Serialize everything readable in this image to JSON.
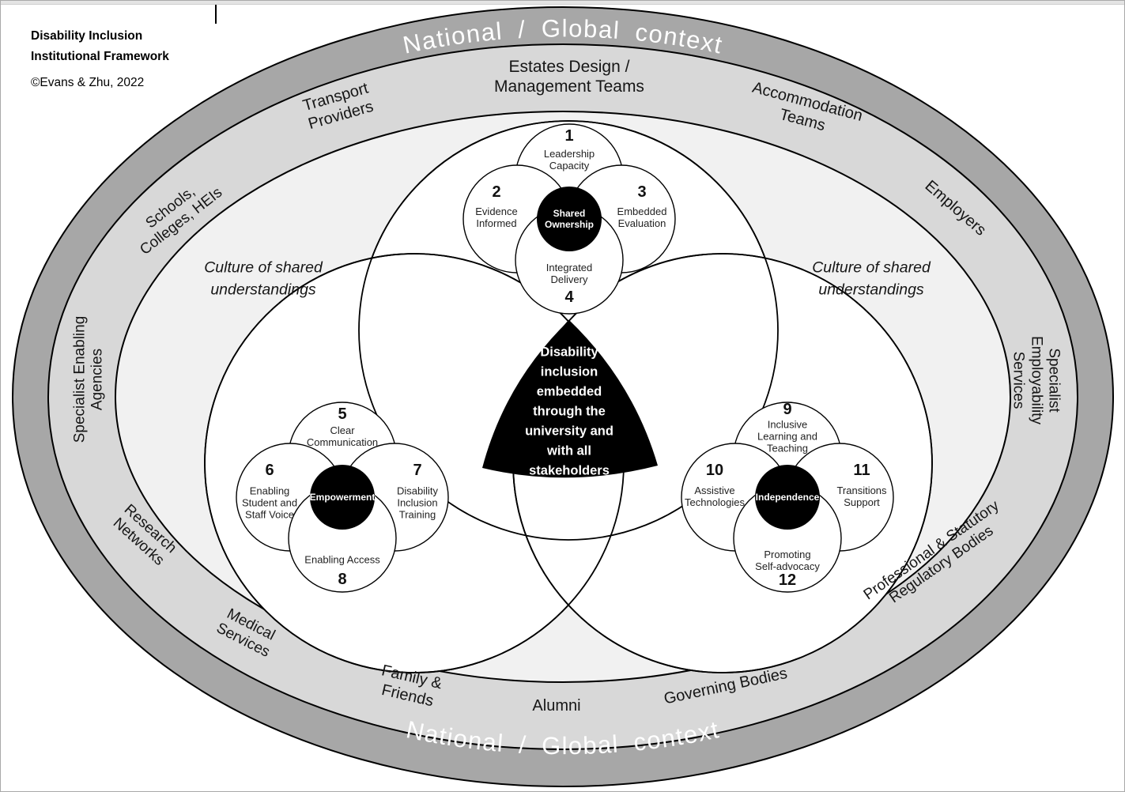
{
  "header": {
    "title": "Disability Inclusion\nInstitutional Framework",
    "copyright": "©Evans & Zhu, 2022"
  },
  "outer_ring": {
    "label_top": "National / Global context",
    "label_bottom": "National / Global context"
  },
  "stakeholder_ring": {
    "labels": [
      "Estates Design /\nManagement Teams",
      "Transport\nProviders",
      "Accommodation\nTeams",
      "Schools,\nColleges, HEIs",
      "Employers",
      "Specialist Enabling\nAgencies",
      "Specialist\nEmployability Services",
      "Research\nNetworks",
      "Medical\nServices",
      "Family &\nFriends",
      "Alumni",
      "Governing Bodies",
      "Professional & Statutory\nRegulatory Bodies"
    ]
  },
  "inner_zone": {
    "culture_left": "Culture of shared\nunderstandings",
    "culture_right": "Culture of shared\nunderstandings"
  },
  "core": {
    "statement": "Disability\ninclusion\nembedded\nthrough the\nuniversity and\nwith all\nstakeholders"
  },
  "clusters": [
    {
      "name": "Shared\nOwnership",
      "petals": [
        {
          "number": "1",
          "label": "Leadership\nCapacity"
        },
        {
          "number": "2",
          "label": "Evidence\nInformed"
        },
        {
          "number": "3",
          "label": "Embedded\nEvaluation"
        },
        {
          "number": "4",
          "label": "Integrated\nDelivery"
        }
      ]
    },
    {
      "name": "Empowerment",
      "petals": [
        {
          "number": "5",
          "label": "Clear\nCommunication"
        },
        {
          "number": "6",
          "label": "Enabling\nStudent and\nStaff Voice"
        },
        {
          "number": "7",
          "label": "Disability\nInclusion\nTraining"
        },
        {
          "number": "8",
          "label": "Enabling Access"
        }
      ]
    },
    {
      "name": "Independence",
      "petals": [
        {
          "number": "9",
          "label": "Inclusive\nLearning and\nTeaching"
        },
        {
          "number": "10",
          "label": "Assistive\nTechnologies"
        },
        {
          "number": "11",
          "label": "Transitions\nSupport"
        },
        {
          "number": "12",
          "label": "Promoting\nSelf-advocacy"
        }
      ]
    }
  ],
  "colors": {
    "outer_ring": "#a7a7a7",
    "stakeholder_ring": "#d8d8d8",
    "inner_zone": "#f1f1f1",
    "core": "#000000"
  }
}
